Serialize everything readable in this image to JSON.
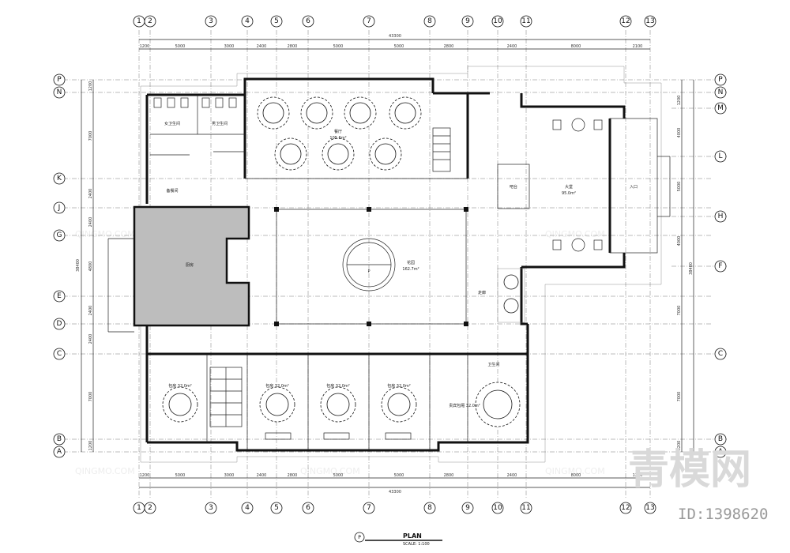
{
  "grid": {
    "columns": [
      "1",
      "2",
      "3",
      "4",
      "5",
      "6",
      "7",
      "8",
      "9",
      "10",
      "11",
      "12",
      "13"
    ],
    "rows_left": [
      "P",
      "N",
      "K",
      "J",
      "G",
      "E",
      "D",
      "C",
      "B",
      "A"
    ],
    "rows_right": [
      "P",
      "N",
      "M",
      "L",
      "H",
      "F",
      "C",
      "B",
      "A"
    ]
  },
  "dimensions": {
    "overall_top": "43300",
    "overall_bottom": "43300",
    "top_segments": [
      "1200",
      "5000",
      "3000",
      "2400",
      "2800",
      "5000",
      "5000",
      "2800",
      "2400",
      "8000",
      "2100"
    ],
    "bottom_segments": [
      "1200",
      "5000",
      "3000",
      "2400",
      "2800",
      "5000",
      "5000",
      "2800",
      "2400",
      "8000",
      "1200"
    ],
    "left_overall": "38400",
    "right_overall": "38400",
    "left_segments": [
      "1200",
      "7000",
      "2400",
      "2400",
      "4800",
      "2400",
      "2400",
      "7000",
      "1200"
    ],
    "right_segments": [
      "1200",
      "4000",
      "5000",
      "4000",
      "7000",
      "7000",
      "1200"
    ]
  },
  "rooms": {
    "restroom_f": "女卫生间",
    "restroom_m": "男卫生间",
    "banquet_hall": "餐厅",
    "banquet_area": "105.6m²",
    "storage": "备餐间",
    "kitchen": "厨房",
    "atrium": "花园",
    "atrium_area": "162.7m²",
    "corridor": "走廊",
    "lobby": "大堂",
    "lobby_area": "95.0m²",
    "entrance": "入口",
    "bar": "吧台",
    "private_room_1": "包房 32.0m²",
    "private_room_2": "包房 32.0m²",
    "private_room_3": "包房 32.0m²",
    "private_room_4": "包房 32.0m²",
    "vip_room": "贵宾包厢 32.0m²",
    "toilet": "卫生间"
  },
  "title_block": {
    "title": "PLAN",
    "scale": "SCALE: 1:100",
    "symbol": "P"
  },
  "watermark": {
    "logo_text": "青模网",
    "id_text": "ID:1398620",
    "repeated": "QINGMO.COM"
  }
}
